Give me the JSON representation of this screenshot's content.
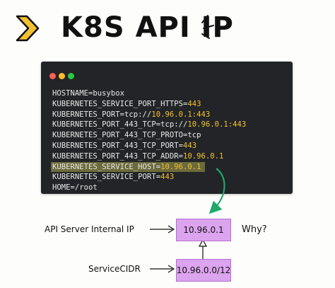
{
  "title": "K8S API IP",
  "terminal": {
    "lines": [
      [
        {
          "t": "HOSTNAME=busybox"
        }
      ],
      [
        {
          "t": "KUBERNETES_SERVICE_PORT_HTTPS="
        },
        {
          "t": "443",
          "ip": true
        }
      ],
      [
        {
          "t": "KUBERNETES_PORT=tcp://"
        },
        {
          "t": "10.96.0.1:443",
          "ip": true
        }
      ],
      [
        {
          "t": "KUBERNETES_PORT_443_TCP=tcp://"
        },
        {
          "t": "10.96.0.1:443",
          "ip": true
        }
      ],
      [
        {
          "t": "KUBERNETES_PORT_443_TCP_PROTO=tcp"
        }
      ],
      [
        {
          "t": "KUBERNETES_PORT_443_TCP_PORT="
        },
        {
          "t": "443",
          "ip": true
        }
      ],
      [
        {
          "t": "KUBERNETES_PORT_443_TCP_ADDR="
        },
        {
          "t": "10.96.0.1",
          "ip": true
        }
      ],
      [
        {
          "t": "KUBERNETES_SERVICE_HOST="
        },
        {
          "t": "10.96.0.1",
          "ip": true
        }
      ],
      [
        {
          "t": "KUBERNETES_SERVICE_PORT="
        },
        {
          "t": "443",
          "ip": true
        }
      ],
      [
        {
          "t": "HOME=/root"
        }
      ]
    ],
    "highlighted_line": 7
  },
  "diagram": {
    "api_label": "API Server Internal IP",
    "service_ip": "10.96.0.1",
    "why_label": "Why?",
    "cidr_label": "ServiceCIDR",
    "cidr_value": "10.96.0.0/12"
  },
  "colors": {
    "accent_yellow": "#f2c12e",
    "box_fill": "#dca3ee",
    "arrow_green": "#1fa86a",
    "dot_red": "#ff5f56",
    "dot_yellow": "#ffbd2e",
    "dot_green": "#27c93f"
  },
  "icons": [
    "chevron-icon",
    "sparkle-lines-icon"
  ]
}
